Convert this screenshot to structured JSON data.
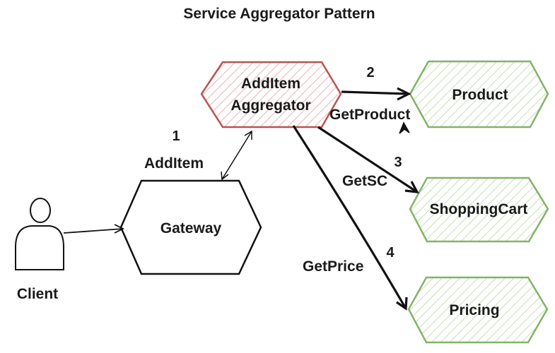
{
  "title": "Service Aggregator Pattern",
  "nodes": {
    "client": "Client",
    "gateway": "Gateway",
    "aggregator_line1": "AddItem",
    "aggregator_line2": "Aggregator",
    "product": "Product",
    "shopping_cart": "ShoppingCart",
    "pricing": "Pricing"
  },
  "edges": {
    "step1_number": "1",
    "step1_label": "AddItem",
    "step2_number": "2",
    "step2_label": "GetProduct",
    "step3_number": "3",
    "step3_label": "GetSC",
    "step4_number": "4",
    "step4_label": "GetPrice"
  },
  "colors": {
    "aggregator_stroke": "#b85450",
    "aggregator_hatch": "#e8b4b4",
    "service_stroke": "#82b366",
    "service_hatch": "#c5dfb5",
    "line": "#111111"
  }
}
